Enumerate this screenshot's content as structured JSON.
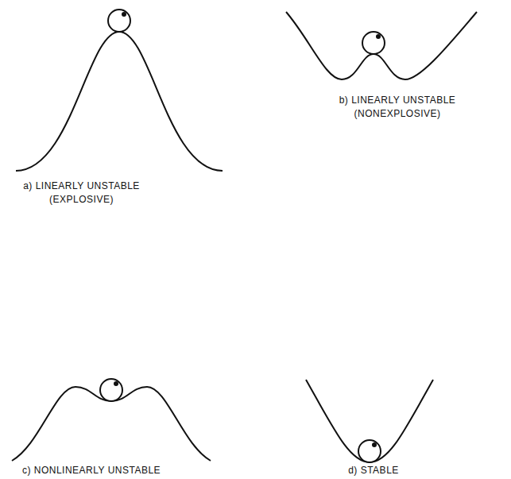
{
  "diagram": {
    "labels": [
      "a) LINEARLY UNSTABLE (EXPLOSIVE)",
      "b) LINEARLY UNSTABLE (NONEXPLOSIVE)",
      "c) NONLINEARLY UNSTABLE",
      "d) STABLE"
    ]
  }
}
